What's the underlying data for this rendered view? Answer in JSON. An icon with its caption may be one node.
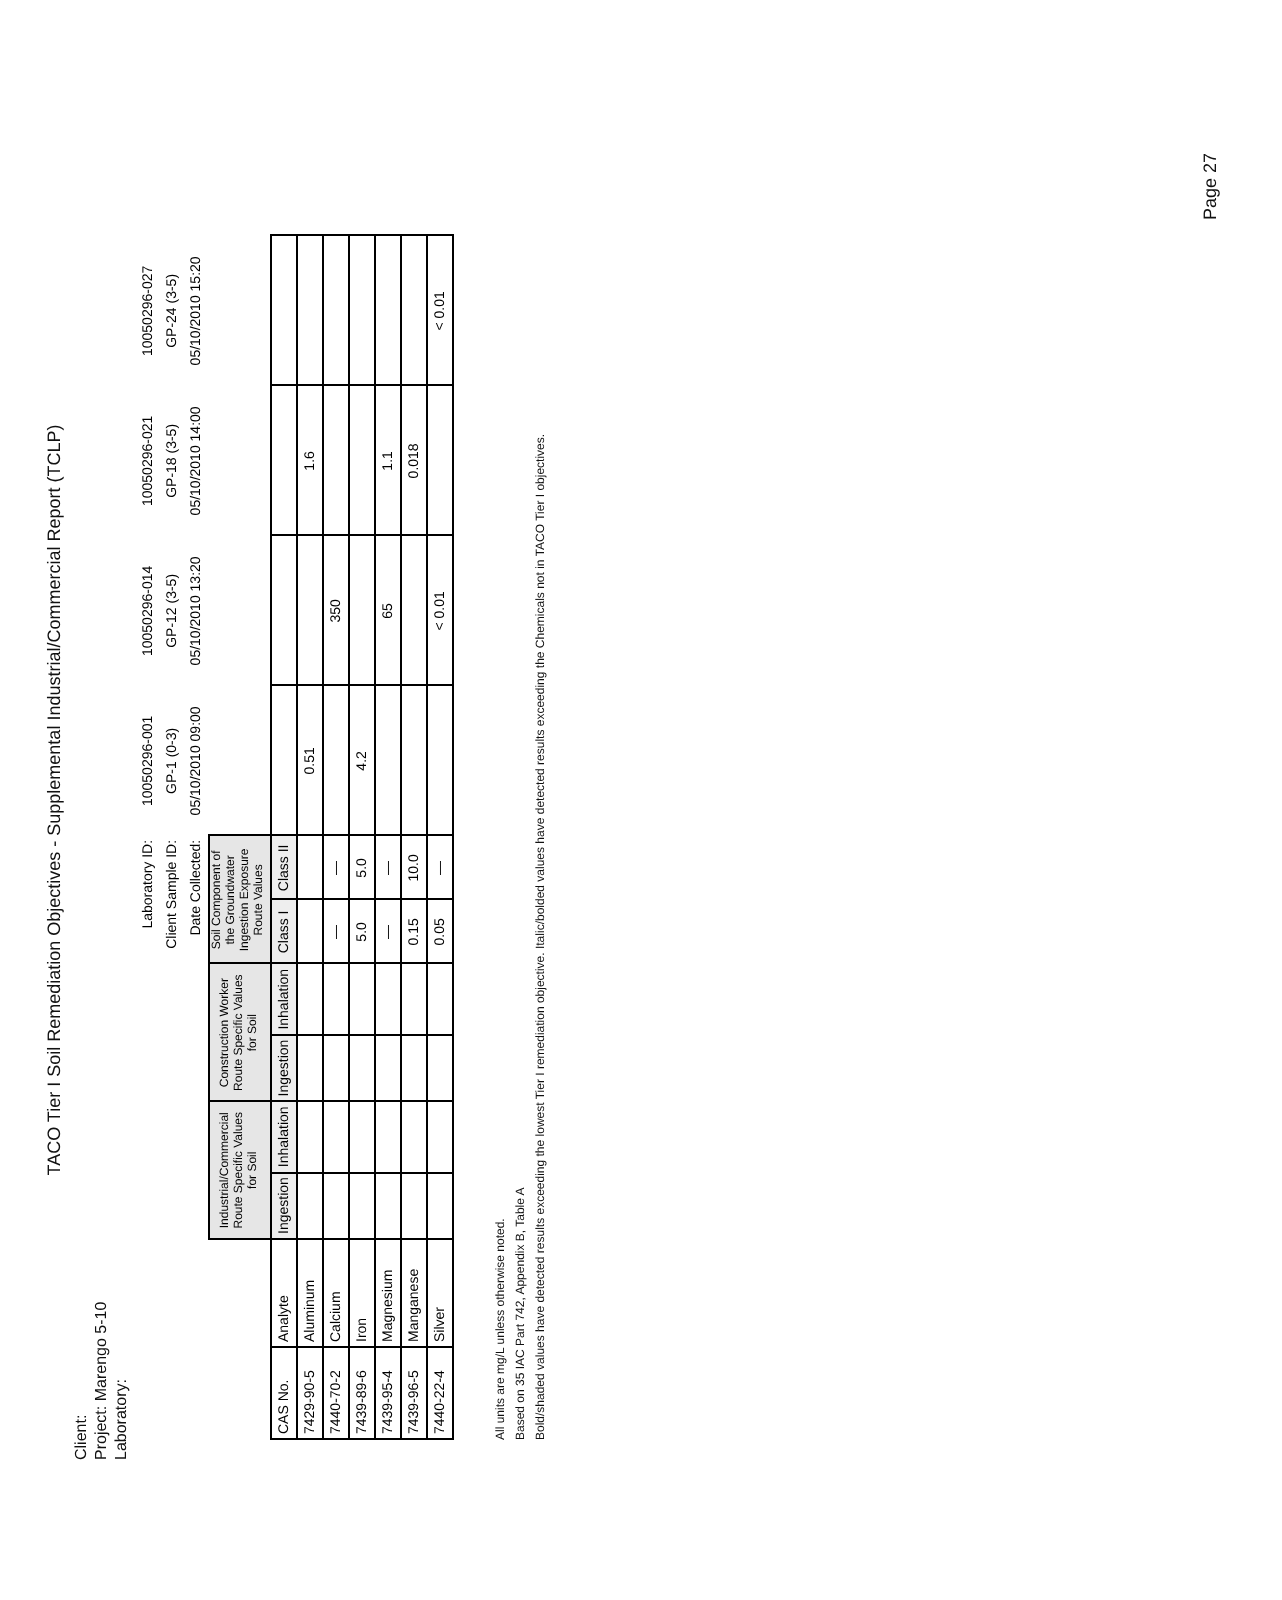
{
  "diagram": {
    "title": "TACO Tier I Soil Remediation Objectives - Supplemental Industrial/Commercial Report (TCLP)",
    "labels": [
      "Client:",
      "Project: Marengo 5-10",
      "Laboratory:",
      "Laboratory ID:",
      "10050296-001",
      "10050296-014",
      "10050296-021",
      "10050296-027",
      "Client Sample ID:",
      "GP-1 (0-3)",
      "GP-12 (3-5)",
      "GP-18 (3-5)",
      "GP-24 (3-5)",
      "Date Collected:",
      "05/10/2010 09:00",
      "05/10/2010 13:20",
      "05/10/2010 14:00",
      "05/10/2010 15:20",
      "Industrial/Commercial Route Specific Values for Soil",
      "Construction Worker Route Specific Values for Soil",
      "Soil Component of the Groundwater Ingestion Exposure Route Values",
      "CAS No.",
      "Analyte",
      "Ingestion",
      "Inhalation",
      "Ingestion",
      "Inhalation",
      "Class I",
      "Class II",
      "7429-90-5",
      "Aluminum",
      "0.51",
      "1.6",
      "7440-70-2",
      "Calcium",
      "—",
      "—",
      "350",
      "7439-89-6",
      "Iron",
      "5.0",
      "5.0",
      "4.2",
      "7439-95-4",
      "Magnesium",
      "—",
      "—",
      "65",
      "1.1",
      "7439-96-5",
      "Manganese",
      "0.15",
      "10.0",
      "0.018",
      "7440-22-4",
      "Silver",
      "0.05",
      "—",
      "< 0.01",
      "< 0.01",
      "All units are mg/L unless otherwise noted.",
      "Based on 35 IAC Part 742, Appendix B, Table A",
      "Bold/shaded values have detected results exceeding the lowest Tier I remediation objective. Italic/bolded values have detected results exceeding the Chemicals not in TACO Tier I objectives.",
      "Page 27"
    ]
  }
}
